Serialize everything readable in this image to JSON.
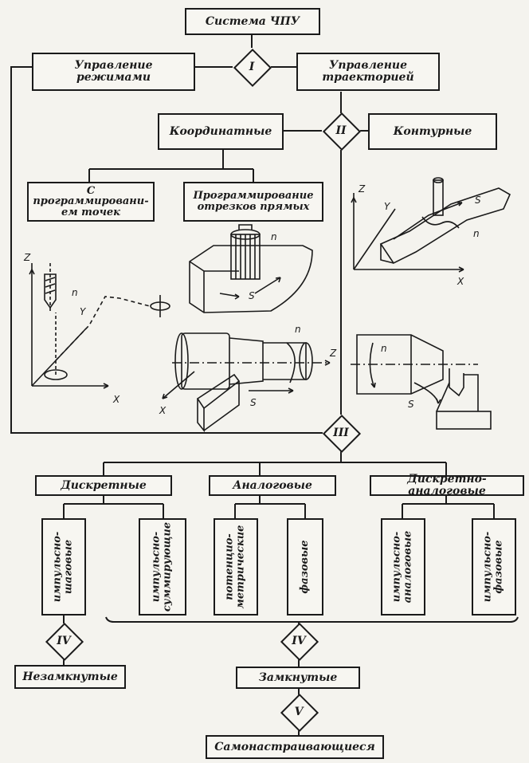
{
  "title": "Система ЧПУ",
  "level1": {
    "left": "Управление\nрежимами",
    "right": "Управление\nтраекторией",
    "diamond": "I"
  },
  "level2": {
    "left": "Координатные",
    "right": "Контурные",
    "diamond": "II",
    "sub_left": "С программировани-\nем точек",
    "sub_right": "Программирование\nотрезков прямых"
  },
  "illustrations": {
    "points": [
      "Z",
      "n",
      "Y",
      "X"
    ],
    "milling": [
      "n",
      "S"
    ],
    "turning": [
      "n",
      "Z",
      "S",
      "X"
    ],
    "contour": [
      "Z",
      "Y",
      "S",
      "n",
      "X"
    ],
    "contour_turning": [
      "n",
      "S"
    ]
  },
  "level3": {
    "diamond": "III",
    "groups": [
      "Дискретные",
      "Аналоговые",
      "Дискретно-аналоговые"
    ],
    "types": [
      "импульсно-\nшаговые",
      "импульсно-\nсуммирующие",
      "потенцио-\nметрические",
      "фазовые",
      "импульсно-\nаналоговые",
      "импульсно-\nфазовые"
    ]
  },
  "level4": {
    "diamond_left": "IV",
    "diamond_right": "IV",
    "open": "Незамкнутые",
    "closed": "Замкнутые"
  },
  "level5": {
    "diamond": "V",
    "label": "Самонастраивающиеся"
  }
}
